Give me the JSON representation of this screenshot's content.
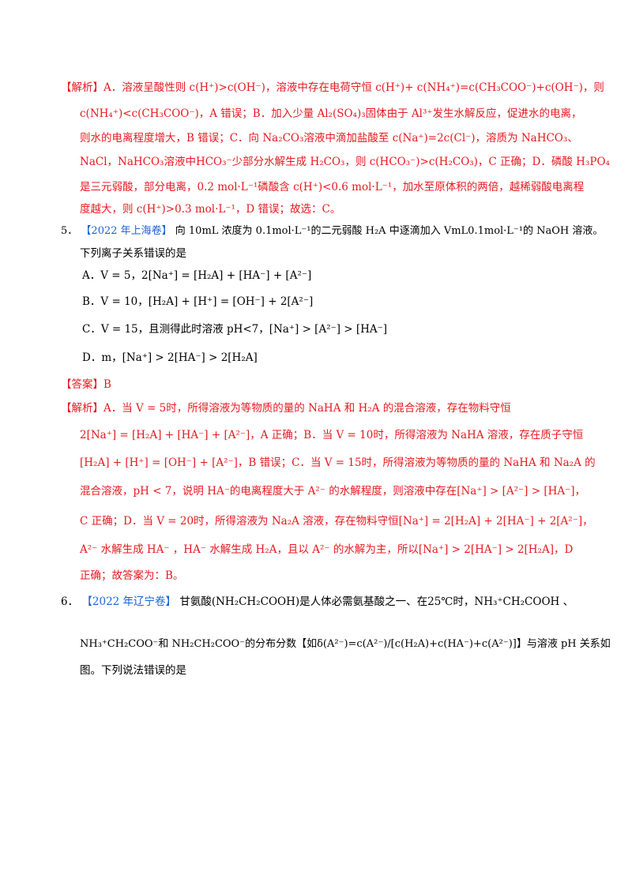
{
  "analysis1": {
    "l1": "【解析】A．溶液呈酸性则 c(H⁺)>c(OH⁻)，溶液中存在电荷守恒 c(H⁺)+ c(NH₄⁺)=c(CH₃COO⁻)+c(OH⁻)，则",
    "l2": "c(NH₄⁺)<c(CH₃COO⁻)，A 错误；B．加入少量 Al₂(SO₄)₃固体由于 Al³⁺发生水解反应，促进水的电离，",
    "l3": "则水的电离程度增大，B 错误；C．向 Na₂CO₃溶液中滴加盐酸至 c(Na⁺)=2c(Cl⁻)，溶质为 NaHCO₃、",
    "l4": "NaCl，NaHCO₃溶液中HCO₃⁻少部分水解生成 H₂CO₃，则 c(HCO₃⁻)>c(H₂CO₃)，C 正确；D．磷酸 H₃PO₄",
    "l5": "是三元弱酸，部分电离，0.2 mol·L⁻¹磷酸含 c(H⁺)<0.6 mol·L⁻¹，加水至原体积的两倍，越稀弱酸电离程",
    "l6": "度越大，则 c(H⁺)>0.3 mol·L⁻¹，D 错误；故选：C。"
  },
  "q5": {
    "num": "5．",
    "source": "【2022 年上海卷】",
    "stem1": "向 10mL 浓度为 0.1mol·L⁻¹的二元弱酸 H₂A 中逐滴加入 VmL0.1mol·L⁻¹的 NaOH 溶液。",
    "stem2": "下列离子关系错误的是",
    "opt_a": "A．V = 5，2[Na⁺] = [H₂A] + [HA⁻] + [A²⁻]",
    "opt_b": "B．V = 10，[H₂A] + [H⁺] = [OH⁻] + 2[A²⁻]",
    "opt_c": "C．V = 15，且测得此时溶液 pH<7，[Na⁺] > [A²⁻] > [HA⁻]",
    "opt_d": "D．m，[Na⁺] > 2[HA⁻] > 2[H₂A]",
    "answer": "【答案】B",
    "ex1": "【解析】A．当 V = 5时，所得溶液为等物质的量的 NaHA 和 H₂A 的混合溶液，存在物料守恒",
    "ex2": "2[Na⁺] = [H₂A] + [HA⁻] + [A²⁻]，A 正确；B．当 V = 10时，所得溶液为 NaHA 溶液，存在质子守恒",
    "ex3": "[H₂A] + [H⁺] = [OH⁻] + [A²⁻]，B 错误；C．当 V = 15时，所得溶液为等物质的量的 NaHA 和 Na₂A 的",
    "ex4": "混合溶液，pH < 7，说明 HA⁻的电离程度大于 A²⁻ 的水解程度，则溶液中存在[Na⁺] > [A²⁻] > [HA⁻]，",
    "ex5": "C 正确；D．当 V = 20时，所得溶液为 Na₂A 溶液，存在物料守恒[Na⁺] = 2[H₂A] + 2[HA⁻] + 2[A²⁻]，",
    "ex6": "A²⁻ 水解生成 HA⁻ ，HA⁻ 水解生成 H₂A，且以 A²⁻ 的水解为主，所以[Na⁺] > 2[HA⁻] > 2[H₂A]，D",
    "ex7": "正确；故答案为：B。"
  },
  "q6": {
    "num": "6．",
    "source": "【2022 年辽宁卷】",
    "stem1": "甘氨酸(NH₂CH₂COOH)是人体必需氨基酸之一、在25℃时，NH₃⁺CH₂COOH 、",
    "stem2": "NH₃⁺CH₂COO⁻和 NH₂CH₂COO⁻的分布分数【如δ(A²⁻)=c(A²⁻)/[c(H₂A)+c(HA⁻)+c(A²⁻)]】与溶液 pH 关系如",
    "stem3": "图。下列说法错误的是"
  }
}
